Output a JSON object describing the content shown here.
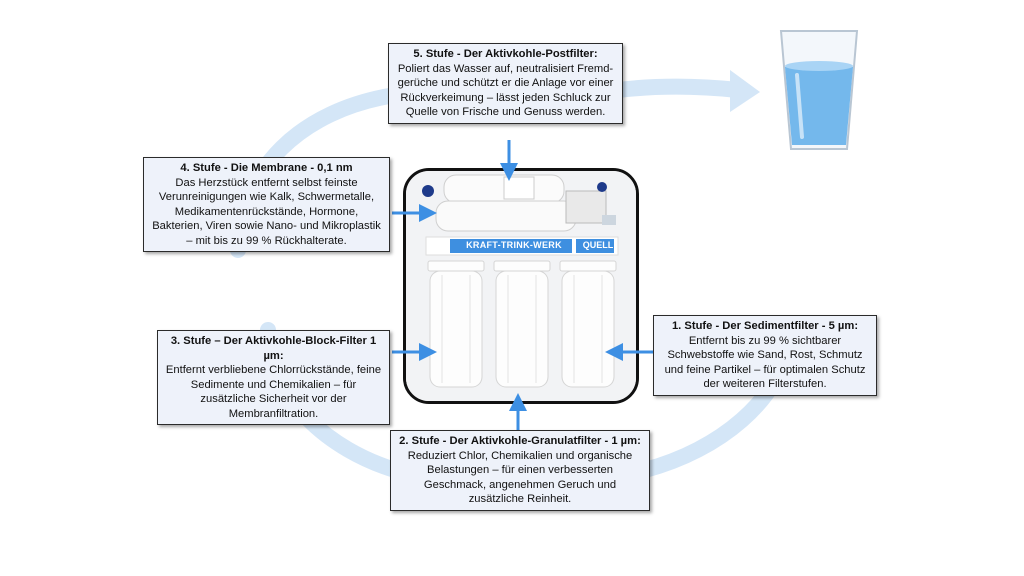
{
  "stage5": {
    "title": "5. Stufe - Der Aktivkohle-Postfilter:",
    "body": "Poliert das Wasser auf, neutralisiert Fremd-gerüche und schützt er die Anlage vor einer Rückverkeimung – lässt jeden Schluck zur Quelle von Frische und Genuss werden."
  },
  "stage4": {
    "title": "4. Stufe - Die Membrane - 0,1 nm",
    "body": "Das Herzstück entfernt selbst feinste Verunreinigungen wie Kalk, Schwermetalle, Medikamentenrückstände, Hormone, Bakterien, Viren sowie Nano- und Mikroplastik – mit bis zu 99 % Rückhalterate."
  },
  "stage3": {
    "title": "3. Stufe – Der Aktivkohle-Block-Filter 1 µm:",
    "body": "Entfernt verbliebene Chlorrückstände, feine Sedimente und Chemikalien – für zusätzliche Sicherheit vor der Membranfiltration."
  },
  "stage1": {
    "title": "1. Stufe - Der Sedimentfilter - 5 µm:",
    "body": "Entfernt bis zu 99 % sichtbarer Schwebstoffe wie Sand, Rost, Schmutz und feine Partikel – für optimalen Schutz der weiteren Filterstufen."
  },
  "stage2": {
    "title": "2. Stufe - Der Aktivkohle-Granulatfilter - 1 µm:",
    "body": "Reduziert Chlor, Chemikalien und organische Belastungen – für einen verbesserten Geschmack, angenehmen Geruch und zusätzliche Reinheit."
  },
  "product": {
    "label_main": "KRAFT-TRINK-WERK",
    "label_brand": "QUELL"
  },
  "colors": {
    "cycle_arrow": "#cfe3f6",
    "pointer_arrow": "#3d8fe3",
    "box_fill": "#eef2fa",
    "water": "#6fb3ea"
  },
  "icons": [
    "cycle-arrow",
    "water-glass-icon",
    "pointer-arrow"
  ]
}
